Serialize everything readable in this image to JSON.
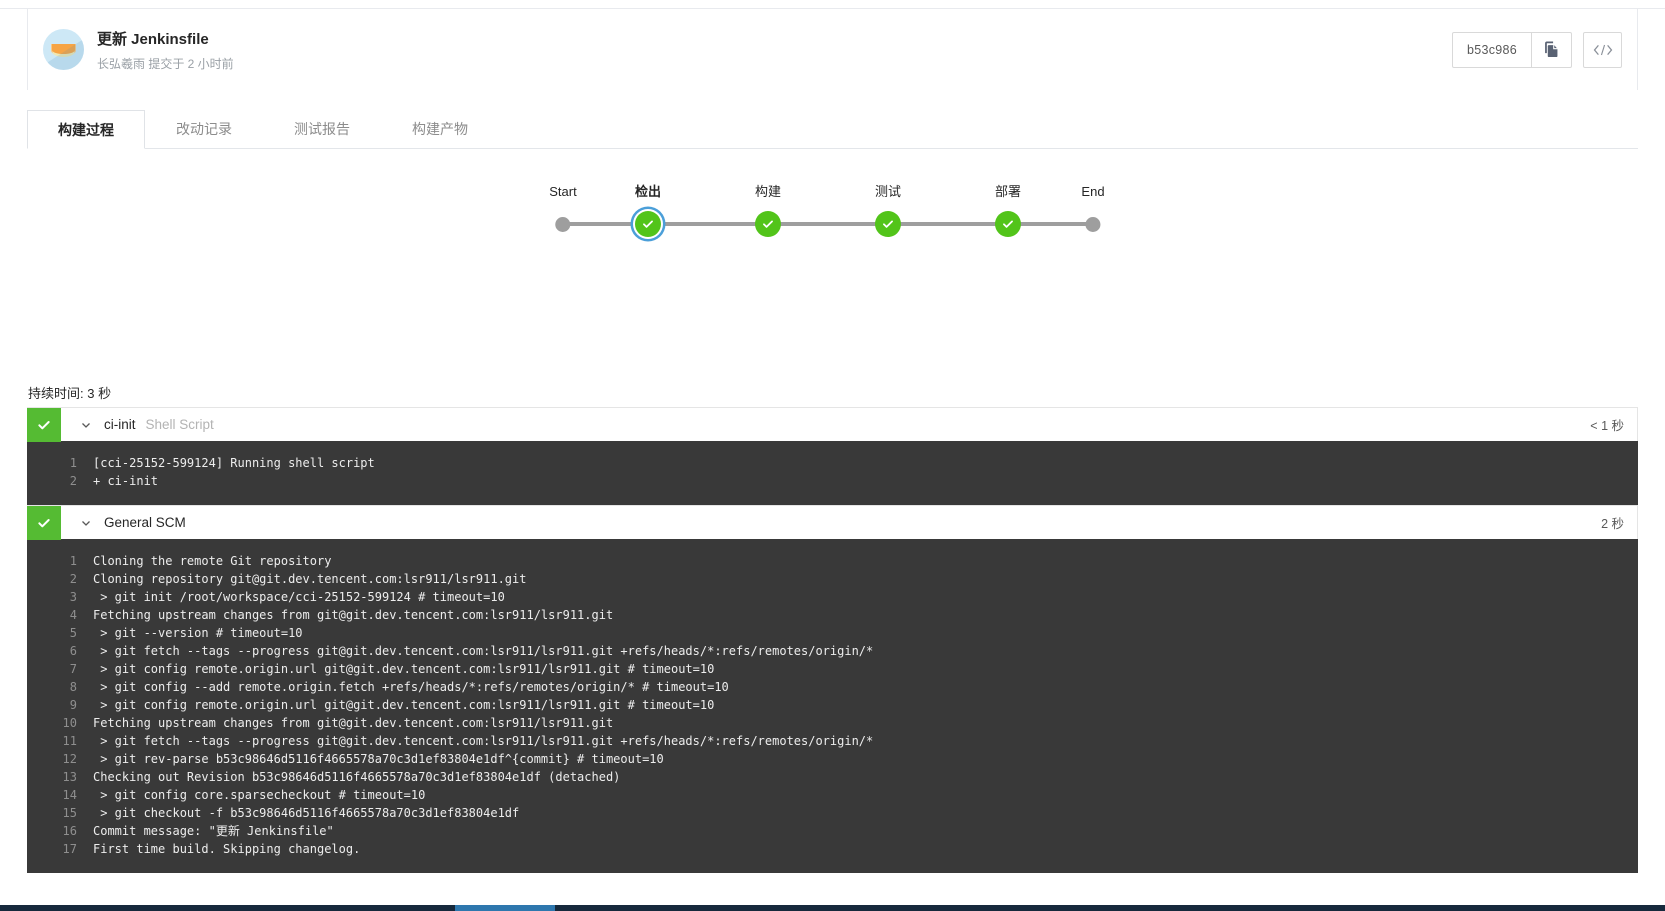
{
  "header": {
    "title": "更新 Jenkinsfile",
    "subtitle": "长弘羲雨 提交于 2 小时前",
    "commit_sha": "b53c986",
    "icons": {
      "avatar": "melon-icon",
      "copy": "copy-icon",
      "code": "code-icon"
    }
  },
  "tabs": [
    {
      "label": "构建过程",
      "active": true
    },
    {
      "label": "改动记录",
      "active": false
    },
    {
      "label": "测试报告",
      "active": false
    },
    {
      "label": "构建产物",
      "active": false
    }
  ],
  "pipeline": {
    "stages": [
      {
        "label": "Start",
        "status": "terminal",
        "selected": false
      },
      {
        "label": "检出",
        "status": "success",
        "selected": true
      },
      {
        "label": "构建",
        "status": "success",
        "selected": false
      },
      {
        "label": "测试",
        "status": "success",
        "selected": false
      },
      {
        "label": "部署",
        "status": "success",
        "selected": false
      },
      {
        "label": "End",
        "status": "terminal",
        "selected": false
      }
    ]
  },
  "duration_text": "持续时间: 3 秒",
  "sections": [
    {
      "name": "ci-init",
      "subtitle": "Shell Script",
      "duration": "< 1 秒",
      "status": "success",
      "log": [
        "[cci-25152-599124] Running shell script",
        "+ ci-init"
      ]
    },
    {
      "name": "General SCM",
      "subtitle": "",
      "duration": "2 秒",
      "status": "success",
      "log": [
        "Cloning the remote Git repository",
        "Cloning repository git@git.dev.tencent.com:lsr911/lsr911.git",
        " > git init /root/workspace/cci-25152-599124 # timeout=10",
        "Fetching upstream changes from git@git.dev.tencent.com:lsr911/lsr911.git",
        " > git --version # timeout=10",
        " > git fetch --tags --progress git@git.dev.tencent.com:lsr911/lsr911.git +refs/heads/*:refs/remotes/origin/*",
        " > git config remote.origin.url git@git.dev.tencent.com:lsr911/lsr911.git # timeout=10",
        " > git config --add remote.origin.fetch +refs/heads/*:refs/remotes/origin/* # timeout=10",
        " > git config remote.origin.url git@git.dev.tencent.com:lsr911/lsr911.git # timeout=10",
        "Fetching upstream changes from git@git.dev.tencent.com:lsr911/lsr911.git",
        " > git fetch --tags --progress git@git.dev.tencent.com:lsr911/lsr911.git +refs/heads/*:refs/remotes/origin/*",
        " > git rev-parse b53c98646d5116f4665578a70c3d1ef83804e1df^{commit} # timeout=10",
        "Checking out Revision b53c98646d5116f4665578a70c3d1ef83804e1df (detached)",
        " > git config core.sparsecheckout # timeout=10",
        " > git checkout -f b53c98646d5116f4665578a70c3d1ef83804e1df",
        "Commit message: \"更新 Jenkinsfile\"",
        "First time build. Skipping changelog."
      ]
    }
  ],
  "colors": {
    "success_green": "#52c41a",
    "status_square_green": "#55bb33",
    "selected_ring_blue": "#4b9fd9",
    "log_background": "#393939",
    "bottom_strip_navy": "#16293c",
    "bottom_strip_blue": "#2e77ae"
  }
}
